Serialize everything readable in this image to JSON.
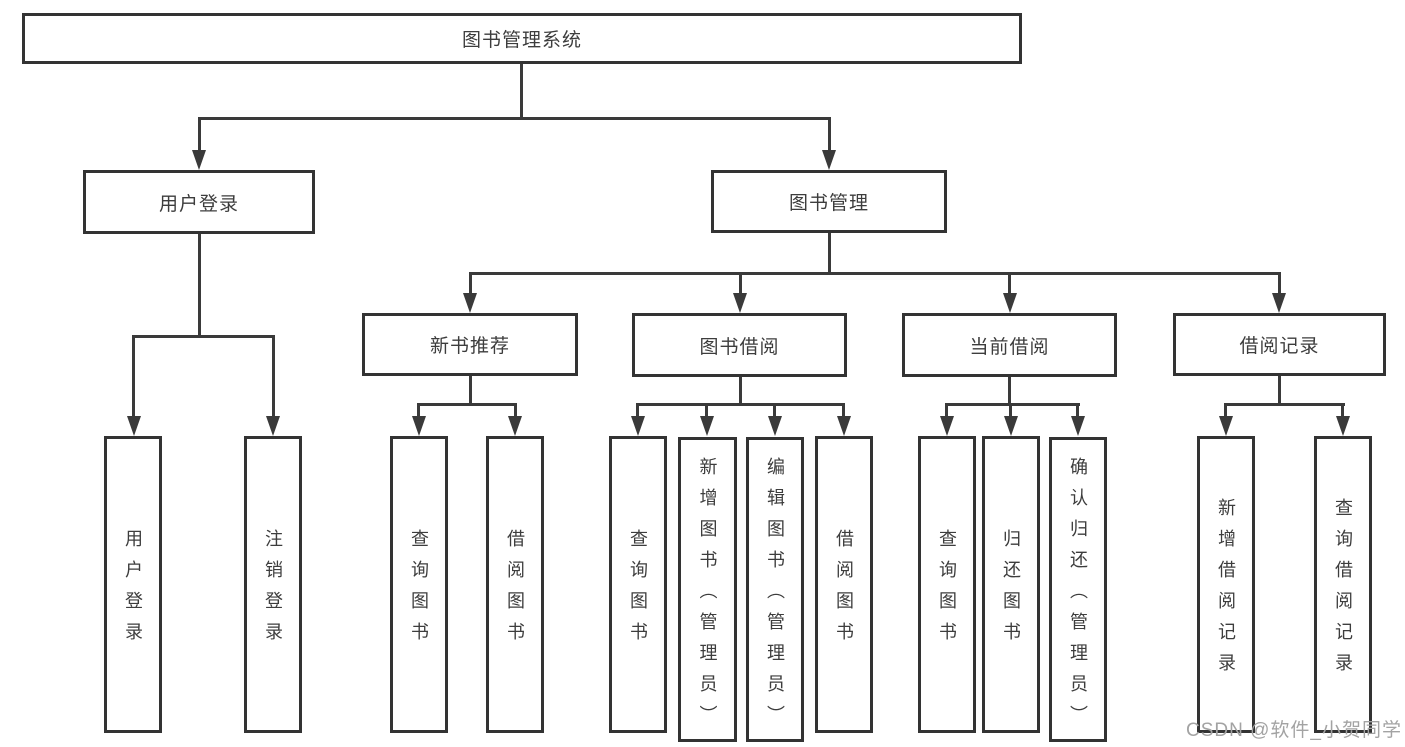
{
  "diagram": {
    "type": "hierarchy-tree",
    "title": "图书管理系统",
    "watermark": "CSDN @软件_小贺同学",
    "colors": {
      "background": "#ffffff",
      "node_border": "#333333",
      "connector_line": "#3a3a3a",
      "node_text": "#3d3d3d",
      "watermark_text": "#a3a3a3"
    },
    "nodes": {
      "root": {
        "label": "图书管理系统"
      },
      "user_login": {
        "label": "用户登录",
        "parent": "root"
      },
      "book_mgmt": {
        "label": "图书管理",
        "parent": "root"
      },
      "new_book_rec": {
        "label": "新书推荐",
        "parent": "book_mgmt"
      },
      "book_borrow": {
        "label": "图书借阅",
        "parent": "book_mgmt"
      },
      "current_borrow": {
        "label": "当前借阅",
        "parent": "book_mgmt"
      },
      "borrow_record": {
        "label": "借阅记录",
        "parent": "book_mgmt"
      },
      "leaf_user_login": {
        "label": "用户登录",
        "parent": "user_login"
      },
      "leaf_logout": {
        "label": "注销登录",
        "parent": "user_login"
      },
      "leaf_rec_query": {
        "label": "查询图书",
        "parent": "new_book_rec"
      },
      "leaf_rec_borrow": {
        "label": "借阅图书",
        "parent": "new_book_rec"
      },
      "leaf_bb_query": {
        "label": "查询图书",
        "parent": "book_borrow"
      },
      "leaf_bb_add": {
        "label": "新增图书（管理员）",
        "parent": "book_borrow"
      },
      "leaf_bb_edit": {
        "label": "编辑图书（管理员）",
        "parent": "book_borrow"
      },
      "leaf_bb_borrow": {
        "label": "借阅图书",
        "parent": "book_borrow"
      },
      "leaf_cb_query": {
        "label": "查询图书",
        "parent": "current_borrow"
      },
      "leaf_cb_return": {
        "label": "归还图书",
        "parent": "current_borrow"
      },
      "leaf_cb_confirm": {
        "label": "确认归还（管理员）",
        "parent": "current_borrow"
      },
      "leaf_br_add": {
        "label": "新增借阅记录",
        "parent": "borrow_record"
      },
      "leaf_br_query": {
        "label": "查询借阅记录",
        "parent": "borrow_record"
      }
    }
  }
}
